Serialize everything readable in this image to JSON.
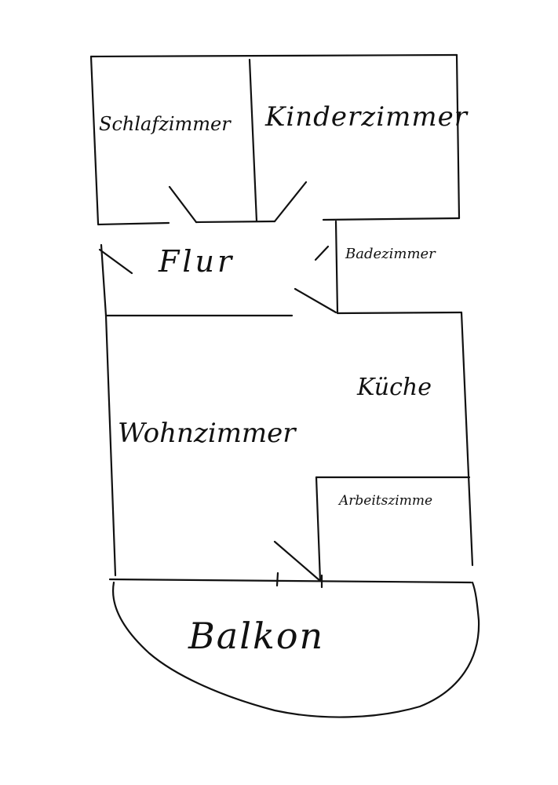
{
  "floor_plan": {
    "rooms": {
      "schlafzimmer": "Schlafzimmer",
      "kinderzimmer": "Kinderzimmer",
      "flur": "Flur",
      "badezimmer": "Badezimmer",
      "kueche": "Küche",
      "wohnzimmer": "Wohnzimmer",
      "arbeitszimmer": "Arbeitszimme",
      "balkon": "Balkon"
    },
    "ink_color": "#111111",
    "paper_color": "#ffffff"
  }
}
